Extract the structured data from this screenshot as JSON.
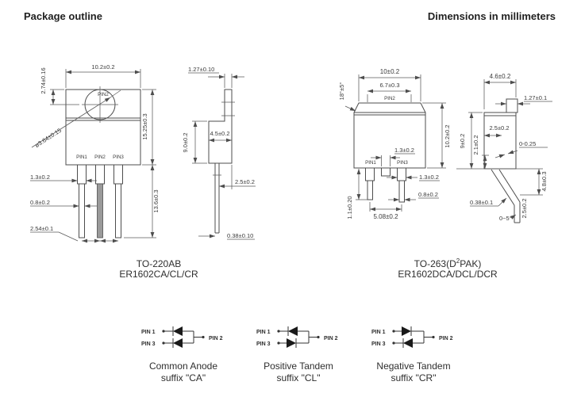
{
  "header": {
    "left": "Package outline",
    "right": "Dimensions in millimeters"
  },
  "colors": {
    "line": "#4d4d4d",
    "text": "#3a3a3a"
  },
  "to220": {
    "caption_line1": "TO-220AB",
    "caption_line2": "ER1602CA/CL/CR",
    "front": {
      "top_width": "10.2±0.2",
      "pin2_label": "PIN2",
      "hole_offset": "2.74±0.16",
      "hole_diameter": "ø3.64±0.15",
      "body_height": "15.25±0.3",
      "lead_width_wide": "1.3±0.2",
      "lead_width_narrow": "0.8±0.2",
      "lead_pitch": "2.54±0.1",
      "lead_length": "13.6±0.3",
      "pin_labels": [
        "PIN1",
        "PIN2",
        "PIN3"
      ]
    },
    "side": {
      "tab_thickness": "1.27±0.10",
      "body_height": "9.0±0.2",
      "body_depth": "4.5±0.2",
      "lead_offset": "2.5±0.2",
      "lead_thickness": "0.38±0.10"
    }
  },
  "to263": {
    "caption_line1_part1": "TO-263(D",
    "caption_line1_sup": "2",
    "caption_line1_part2": "PAK)",
    "caption_line2": "ER1602DCA/DCL/DCR",
    "front": {
      "body_width": "10±0.2",
      "tab_width": "6.7±0.3",
      "pin2_label": "PIN2",
      "tab_angle": "18°±5°",
      "body_height": "10.2±0.2",
      "pin1_label": "PIN1",
      "pin3_label": "PIN3",
      "center_lead_width": "1.3±0.2",
      "lead_width_wide": "1.3±0.2",
      "lead_width_narrow": "0.8±0.2",
      "center_lead_length": "1.1±0.20",
      "lead_pitch": "5.08±0.2"
    },
    "side": {
      "body_depth": "4.6±0.2",
      "tab_thickness": "1.27±0.1",
      "body_height": "9±0.2",
      "lead_exit": "2.1±0.2",
      "lead_bend": "2.5±0.2",
      "standoff": "0-0.25",
      "lead_height": "4.8±0.3",
      "lead_thickness": "0.38±0.1",
      "foot_length": "2.5±0.2",
      "foot_angle": "0~5°"
    }
  },
  "configs": [
    {
      "pin1": "PIN 1",
      "pin3": "PIN 3",
      "pin2": "PIN 2",
      "name": "Common Anode",
      "suffix": "suffix \"CA\""
    },
    {
      "pin1": "PIN 1",
      "pin3": "PIN 3",
      "pin2": "PIN 2",
      "name": "Positive Tandem",
      "suffix": "suffix \"CL\""
    },
    {
      "pin1": "PIN 1",
      "pin3": "PIN 3",
      "pin2": "PIN 2",
      "name": "Negative Tandem",
      "suffix": "suffix \"CR\""
    }
  ]
}
